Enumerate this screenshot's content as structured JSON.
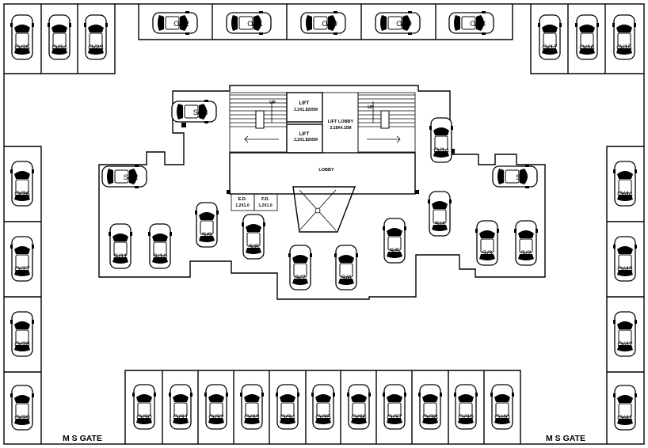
{
  "gates": {
    "left": "M S GATE",
    "right": "M S GATE"
  },
  "core": {
    "lift_1": {
      "title": "LIFT",
      "size": "2.2X1.8205M"
    },
    "lift_2": {
      "title": "LIFT",
      "size": "2.2X1.8205M"
    },
    "lift_lobby": {
      "title": "LIFT LOBBY",
      "size": "2.18X4.15M"
    },
    "lobby": "LOBBY",
    "ed": {
      "title": "E.D.",
      "size": "1.2X1.0"
    },
    "fd": {
      "title": "F.D.",
      "size": "1.2X1.0"
    },
    "stair_up_left": "UP",
    "stair_up_right": "UP"
  },
  "open_spaces": [
    {
      "label": "O/25"
    },
    {
      "label": "O/24"
    },
    {
      "label": "O/23"
    },
    {
      "label": "O/22"
    },
    {
      "label": "O/21"
    },
    {
      "label": "O/20"
    },
    {
      "label": "O/19"
    },
    {
      "label": "O/18"
    },
    {
      "label": "O/17"
    },
    {
      "label": "O/16"
    },
    {
      "label": "O/15"
    },
    {
      "label": "O/14"
    },
    {
      "label": "O/26"
    },
    {
      "label": "O/27"
    },
    {
      "label": "O/28"
    },
    {
      "label": "O/29"
    },
    {
      "label": "O/44"
    },
    {
      "label": "O/43"
    },
    {
      "label": "O/42"
    },
    {
      "label": "O/41"
    },
    {
      "label": "O/30"
    },
    {
      "label": "O/31"
    },
    {
      "label": "O/32"
    },
    {
      "label": "O/33"
    },
    {
      "label": "O/34"
    },
    {
      "label": "O/35"
    },
    {
      "label": "O/36"
    },
    {
      "label": "O/37"
    },
    {
      "label": "O/38"
    },
    {
      "label": "O/39"
    },
    {
      "label": "O/40"
    }
  ],
  "stilt_spaces": [
    {
      "label": "S/13"
    },
    {
      "label": "S/12"
    },
    {
      "label": "S/11"
    },
    {
      "label": "S/10"
    },
    {
      "label": "S/9"
    },
    {
      "label": "S/8"
    },
    {
      "label": "S/7"
    },
    {
      "label": "S/6"
    },
    {
      "label": "S/5"
    },
    {
      "label": "S/4"
    },
    {
      "label": "S/3"
    },
    {
      "label": "S/2"
    },
    {
      "label": "S/1"
    }
  ]
}
